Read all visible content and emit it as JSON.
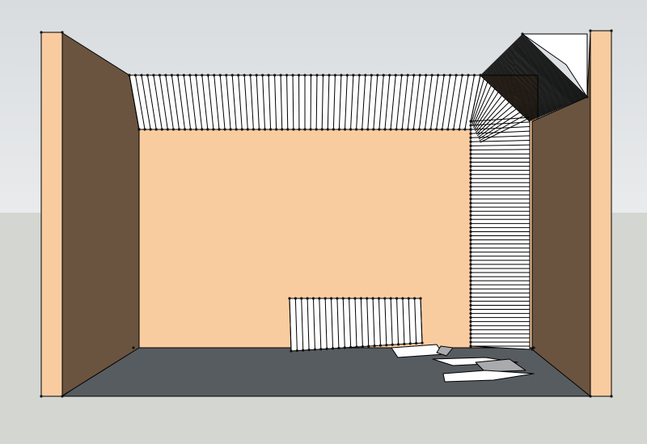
{
  "scene": {
    "colors": {
      "sky_top": "#d8dcdf",
      "sky_bottom": "#e9ebec",
      "ground": "#d4d6d2",
      "wall_face": "#f9cca0",
      "wall_side": "#6a5440",
      "floor": "#575c60",
      "slat_fill": "#ffffff",
      "slat_shade": "#a8aaad",
      "edge": "#000000",
      "vertex": "#111111"
    },
    "slats": {
      "ceiling_count": 58,
      "right_wall_count": 55,
      "corner_count": 48,
      "board_count": 22
    }
  }
}
